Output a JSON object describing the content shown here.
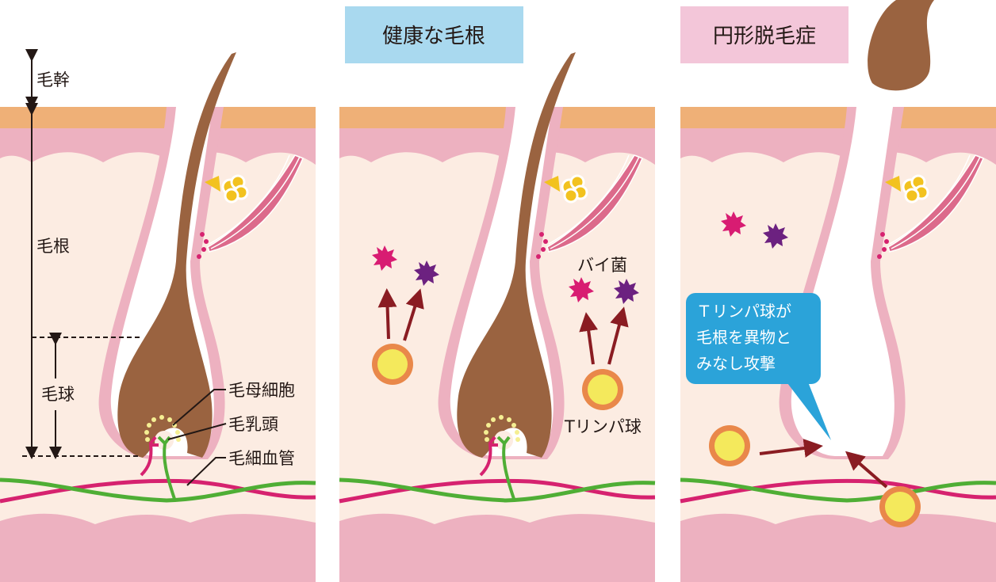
{
  "panels": [
    {
      "labels": {
        "hair_shaft": "毛幹",
        "hair_root": "毛根",
        "hair_bulb": "毛球",
        "matrix_cells": "毛母細胞",
        "dermal_papilla": "毛乳頭",
        "capillaries": "毛細血管"
      }
    },
    {
      "title": "健康な毛根",
      "labels": {
        "germs": "バイ菌",
        "t_cell": "Tリンパ球"
      }
    },
    {
      "title": "円形脱毛症",
      "callout": [
        "Ｔリンパ球が",
        "毛根を異物と",
        "みなし攻撃"
      ]
    }
  ],
  "colors": {
    "epidermis": "#EFB077",
    "dermis": "#EDB1C0",
    "tissue": "#FCECE2",
    "hair": "#9A6340",
    "artery": "#D6226F",
    "vein": "#4FAE35",
    "germ_magenta": "#D81C72",
    "germ_purple": "#6C2180",
    "t_cell_fill": "#F4E95C",
    "t_cell_ring": "#E9884A",
    "arrow": "#8A1C22",
    "title_blue": "#A9D9EF",
    "title_pink": "#F3C6D9",
    "callout_blue": "#2BA3D9"
  }
}
